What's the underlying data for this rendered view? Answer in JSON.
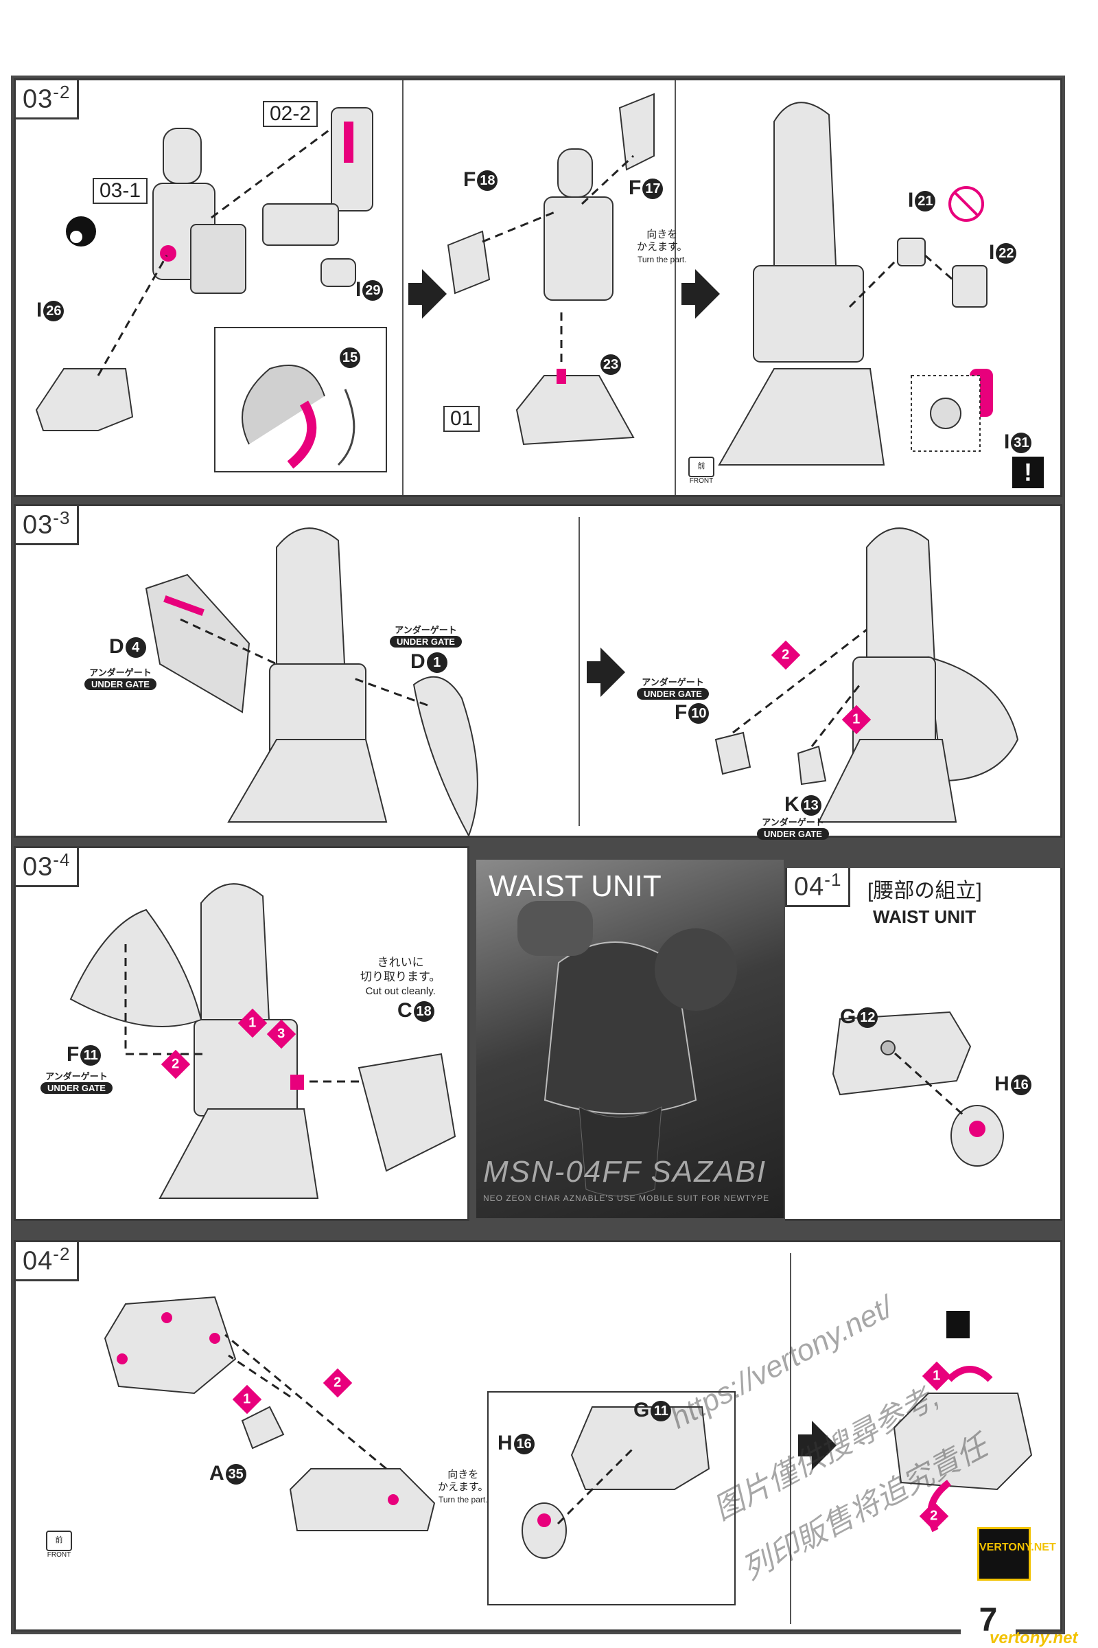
{
  "page_number": "7",
  "site_watermark": "vertony.net",
  "logo_text": "VERTONY.NET",
  "watermark": {
    "url": "https://vertony.net/",
    "line1": "图片僅供搜尋参考,",
    "line2": "列印販售将追究責任"
  },
  "steps": {
    "s03_2": {
      "main": "03",
      "sub": "-2"
    },
    "s03_3": {
      "main": "03",
      "sub": "-3"
    },
    "s03_4": {
      "main": "03",
      "sub": "-4"
    },
    "s04_1": {
      "main": "04",
      "sub": "-1",
      "title_jp": "[腰部の組立]",
      "title_en": "WAIST UNIT"
    },
    "s04_2": {
      "main": "04",
      "sub": "-2"
    }
  },
  "refs": {
    "r03_1": "03-1",
    "r02_2": "02-2",
    "r01": "01"
  },
  "parts": {
    "I26": {
      "letter": "I",
      "num": "26"
    },
    "I29": {
      "letter": "I",
      "num": "29"
    },
    "p15": {
      "letter": "",
      "num": "15"
    },
    "F18": {
      "letter": "F",
      "num": "18"
    },
    "F17": {
      "letter": "F",
      "num": "17"
    },
    "p23": {
      "letter": "",
      "num": "23"
    },
    "I21": {
      "letter": "I",
      "num": "21"
    },
    "I22": {
      "letter": "I",
      "num": "22"
    },
    "I31": {
      "letter": "I",
      "num": "31"
    },
    "D4": {
      "letter": "D",
      "num": "4"
    },
    "D1": {
      "letter": "D",
      "num": "1"
    },
    "F10": {
      "letter": "F",
      "num": "10"
    },
    "K13": {
      "letter": "K",
      "num": "13"
    },
    "F11": {
      "letter": "F",
      "num": "11"
    },
    "C18": {
      "letter": "C",
      "num": "18"
    },
    "G12": {
      "letter": "G",
      "num": "12"
    },
    "H16a": {
      "letter": "H",
      "num": "16"
    },
    "A35": {
      "letter": "A",
      "num": "35"
    },
    "H16b": {
      "letter": "H",
      "num": "16"
    },
    "G11": {
      "letter": "G",
      "num": "11"
    }
  },
  "under_gate": {
    "jp": "アンダーゲート",
    "en": "UNDER GATE"
  },
  "turn_part": {
    "jp1": "向きを",
    "jp2": "かえます。",
    "en": "Turn the part."
  },
  "cut_clean": {
    "jp1": "きれいに",
    "jp2": "切り取ります。",
    "en": "Cut out cleanly."
  },
  "front_label": {
    "jp": "前",
    "en": "FRONT"
  },
  "warning_symbol": "!",
  "order_marks": [
    "1",
    "2",
    "3"
  ],
  "photo": {
    "title": "WAIST UNIT",
    "model": "MSN-04FF SAZABI",
    "subtitle": "NEO ZEON CHAR AZNABLE'S USE MOBILE SUIT FOR NEWTYPE"
  },
  "colors": {
    "accent": "#e8007c",
    "frame": "#4a4a4a",
    "part_fill": "#e6e6e6"
  }
}
